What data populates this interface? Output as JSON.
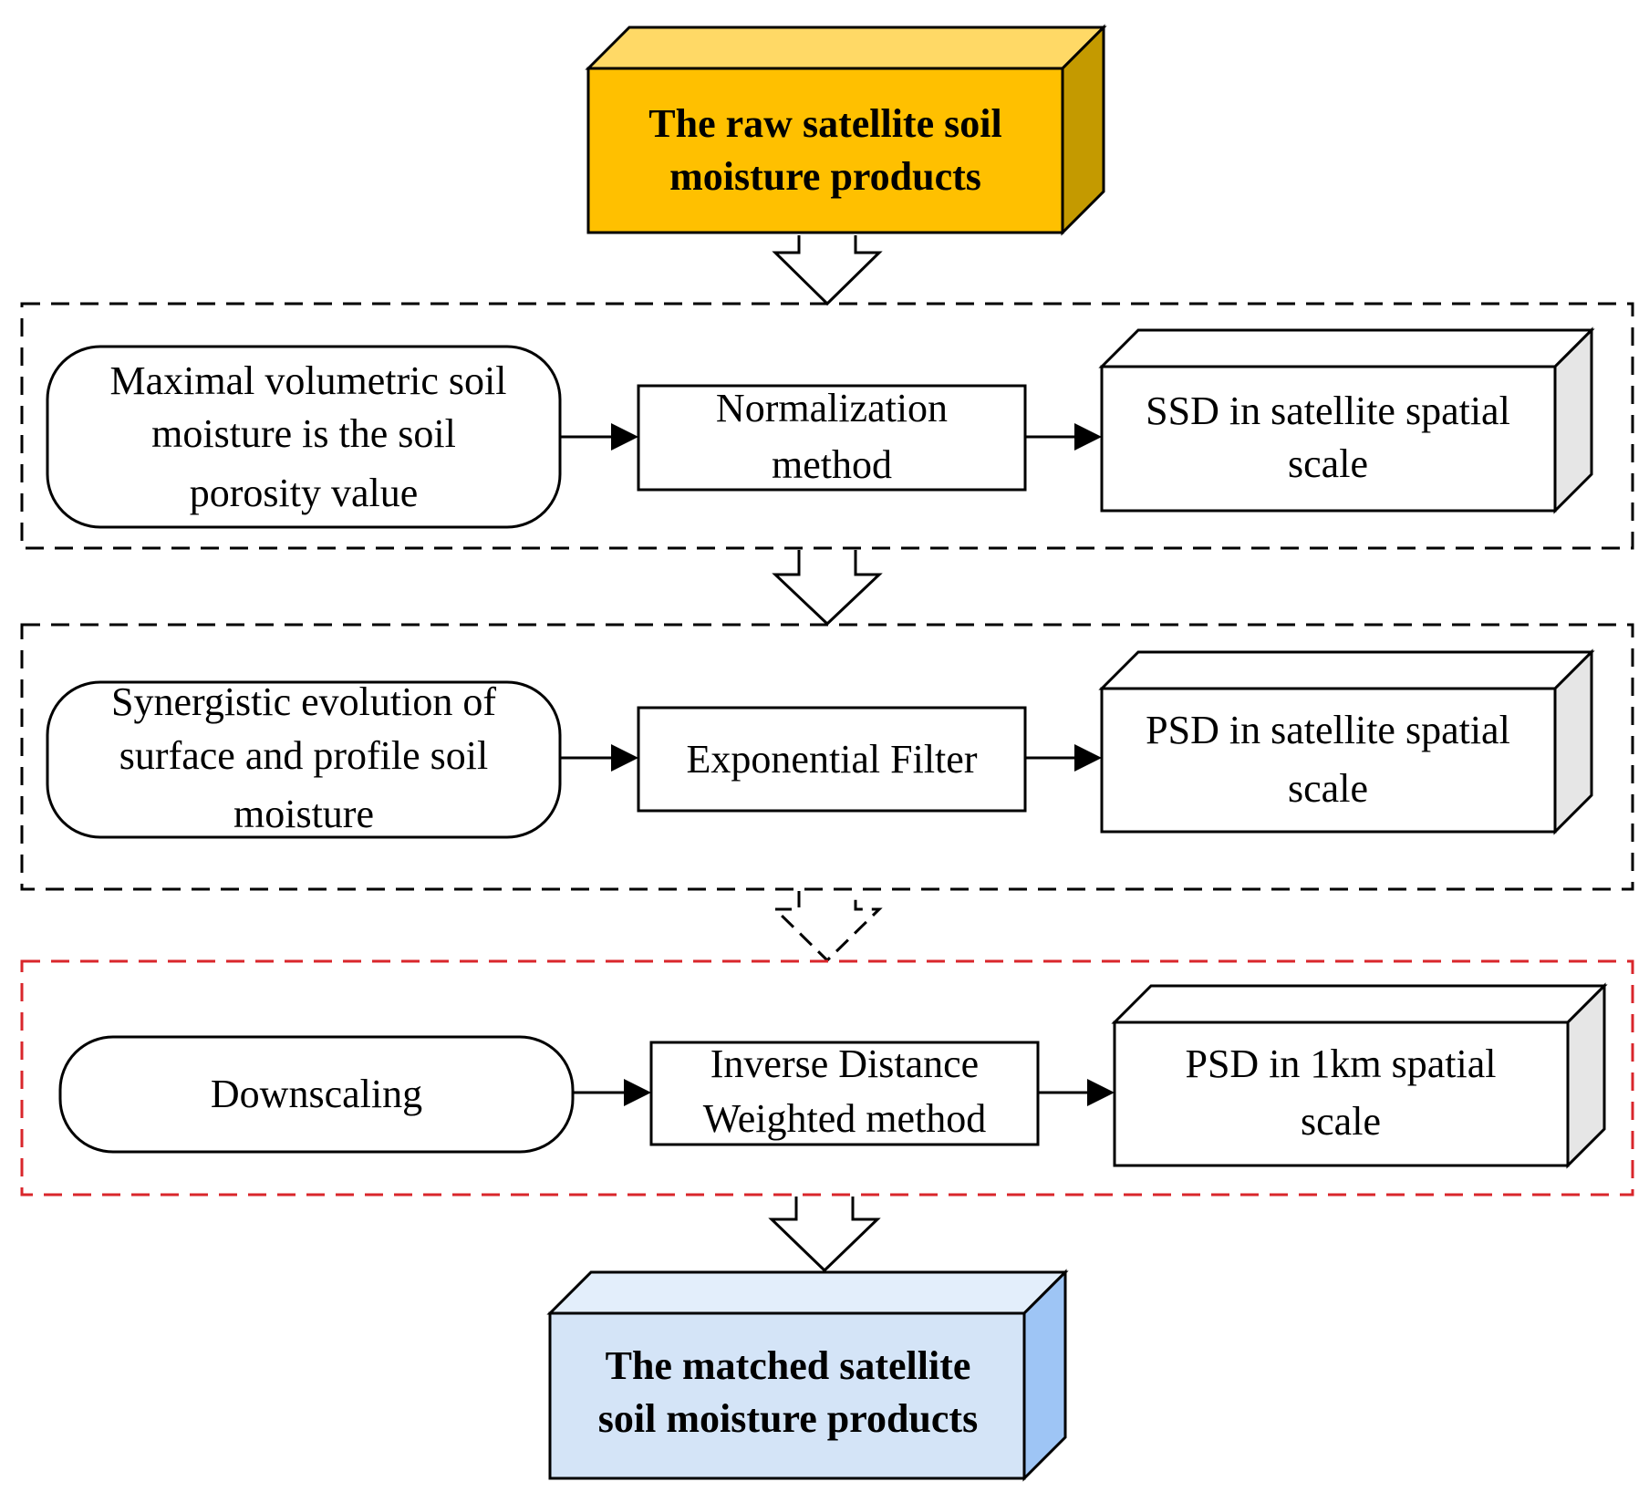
{
  "colors": {
    "top_box_front": "#ffc000",
    "top_box_top": "#ffd966",
    "top_box_side": "#c49a00",
    "bottom_box_front": "#d4e4f7",
    "bottom_box_top": "#e3eefb",
    "bottom_box_side": "#9ec5f5",
    "white_box_side": "#e6e6e6",
    "black_dash": "#000000",
    "red_dash": "#d9262b"
  },
  "top": {
    "line1": "The raw  satellite soil",
    "line2": "moisture products"
  },
  "stage1": {
    "input": [
      "Maximal volumetric soil",
      "moisture is the soil",
      "porosity value"
    ],
    "method": [
      "Normalization",
      "method"
    ],
    "output": [
      "SSD in satellite spatial",
      "scale"
    ]
  },
  "stage2": {
    "input": [
      "Synergistic evolution of",
      "surface and profile soil",
      "moisture"
    ],
    "method": [
      "Exponential Filter"
    ],
    "output": [
      "PSD in satellite spatial",
      "scale"
    ]
  },
  "stage3": {
    "input": [
      "Downscaling"
    ],
    "method": [
      "Inverse Distance",
      "Weighted method"
    ],
    "output": [
      "PSD in 1km spatial",
      "scale"
    ]
  },
  "bottom": {
    "line1": "The matched  satellite",
    "line2": "soil moisture products"
  }
}
